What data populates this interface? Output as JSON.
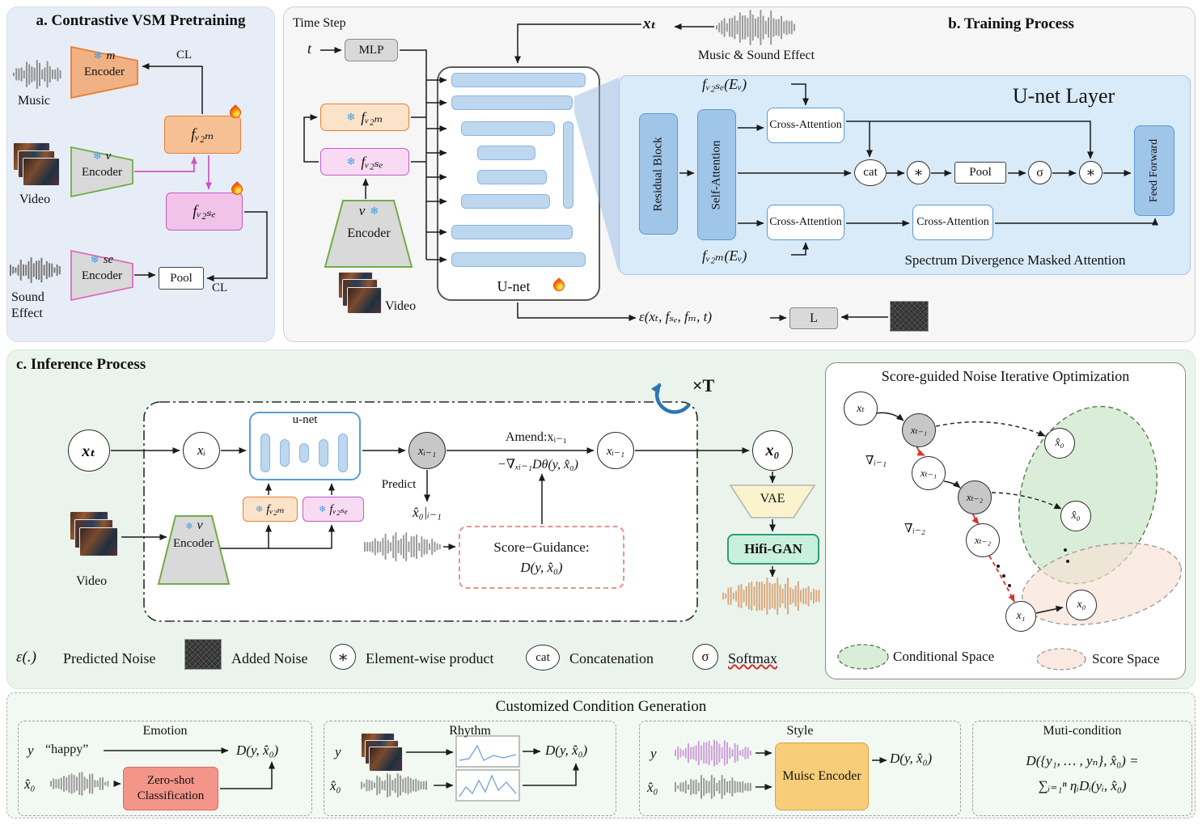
{
  "icons": {
    "snowflake": "❄"
  },
  "colors": {
    "orange": "#ed7d31",
    "pink": "#c55bc5",
    "blue": "#6fa8dc",
    "green": "#70ad47",
    "panel_blue": "#d9eaf8",
    "panel_green": "#eaf4ec",
    "red": "#d93025",
    "magenta": "#cf52c4",
    "flame": "#f4511e"
  },
  "a": {
    "title": "a. Contrastive VSM Pretraining",
    "music": "Music",
    "m_var": "m",
    "m_encoder": "Encoder",
    "cl_top": "CL",
    "f_v2m": "fᵥ₂ₘ",
    "video": "Video",
    "v_var": "v",
    "v_encoder": "Encoder",
    "f_v2se": "fᵥ₂ₛₑ",
    "se_var": "se",
    "se_encoder": "Encoder",
    "sound_effect": "Sound Effect",
    "pool": "Pool",
    "cl_bottom": "CL"
  },
  "b": {
    "title": "b. Training Process",
    "time_step": "Time Step",
    "t_var": "t",
    "mlp": "MLP",
    "x_t": "xₜ",
    "music_se": "Music & Sound Effect",
    "f_v2m": "fᵥ₂ₘ",
    "f_v2se": "fᵥ₂ₛₑ",
    "v_var": "v",
    "v_encoder": "Encoder",
    "video": "Video",
    "unet": "U-net",
    "eps": "ε(xₜ, fₛₑ, fₘ, t)",
    "loss": "L",
    "layer": {
      "title": "U-net Layer",
      "f_v2se_ev": "fᵥ₂ₛₑ(Eᵥ)",
      "f_v2m_ev": "fᵥ₂ₘ(Eᵥ)",
      "residual": "Residual Block",
      "self_attn": "Self-Attention",
      "cross1": "Cross-Attention",
      "cross2": "Cross-Attention",
      "cross3": "Cross-Attention",
      "cat": "cat",
      "star1": "∗",
      "pool": "Pool",
      "sigma": "σ",
      "star2": "∗",
      "ff": "Feed Forward",
      "caption": "Spectrum Divergence Masked Attention"
    }
  },
  "c": {
    "title": "c. Inference Process",
    "x_t": "xₜ",
    "x_i": "xᵢ",
    "unet": "u-net",
    "x_prev_in": "xᵢ₋₁",
    "amend": "Amend:xᵢ₋₁",
    "grad": "−∇ₓᵢ₋₁Dθ(y, x̂₀)",
    "x_prev_out": "xᵢ₋₁",
    "predict": "Predict",
    "xhat_pred": "x̂₀|ᵢ₋₁",
    "score1": "Score−Guidance:",
    "score2": "D(y, x̂₀)",
    "f_v2m": "fᵥ₂ₘ",
    "f_v2se": "fᵥ₂ₛₑ",
    "v_var": "v",
    "v_encoder": "Encoder",
    "video": "Video",
    "xT": "×T",
    "x_0": "x₀",
    "vae": "VAE",
    "hifigan": "Hifi-GAN"
  },
  "sp": {
    "title": "Score-guided Noise Iterative Optimization",
    "x_t": "xₜ",
    "x_t1_gray": "xₜ₋₁",
    "x_t1": "xₜ₋₁",
    "x_t2_gray": "xₜ₋₂",
    "x_t2": "xₜ₋₂",
    "grad1": "∇ᵢ₋₁",
    "grad2": "∇ᵢ₋₂",
    "xhat1": "x̂₀",
    "xhat2": "x̂₀",
    "x1": "x₁",
    "x0": "x₀",
    "conditional_space": "Conditional Space",
    "score_space": "Score Space"
  },
  "lg": {
    "eps": "ε(.)",
    "predicted_noise": "Predicted Noise",
    "added_noise": "Added Noise",
    "star": "∗",
    "elementwise": "Element-wise product",
    "cat": "cat",
    "concat": "Concatenation",
    "sigma": "σ",
    "softmax": "Softmax"
  },
  "bt": {
    "title": "Customized Condition Generation",
    "emotion": {
      "title": "Emotion",
      "y": "y",
      "happy": "“happy”",
      "d": "D(y, x̂₀)",
      "xhat": "x̂₀",
      "classifier": "Zero-shot Classification"
    },
    "rhythm": {
      "title": "Rhythm",
      "y": "y",
      "xhat": "x̂₀",
      "d": "D(y, x̂₀)"
    },
    "style": {
      "title": "Style",
      "y": "y",
      "xhat": "x̂₀",
      "encoder": "Muisc Encoder",
      "d": "D(y, x̂₀)"
    },
    "multi": {
      "title": "Muti-condition",
      "line1": "D({y₁, … , yₙ}, x̂₀) =",
      "line2": "∑ᵢ₌₁ⁿ ηᵢDᵢ(yᵢ, x̂₀)"
    }
  }
}
